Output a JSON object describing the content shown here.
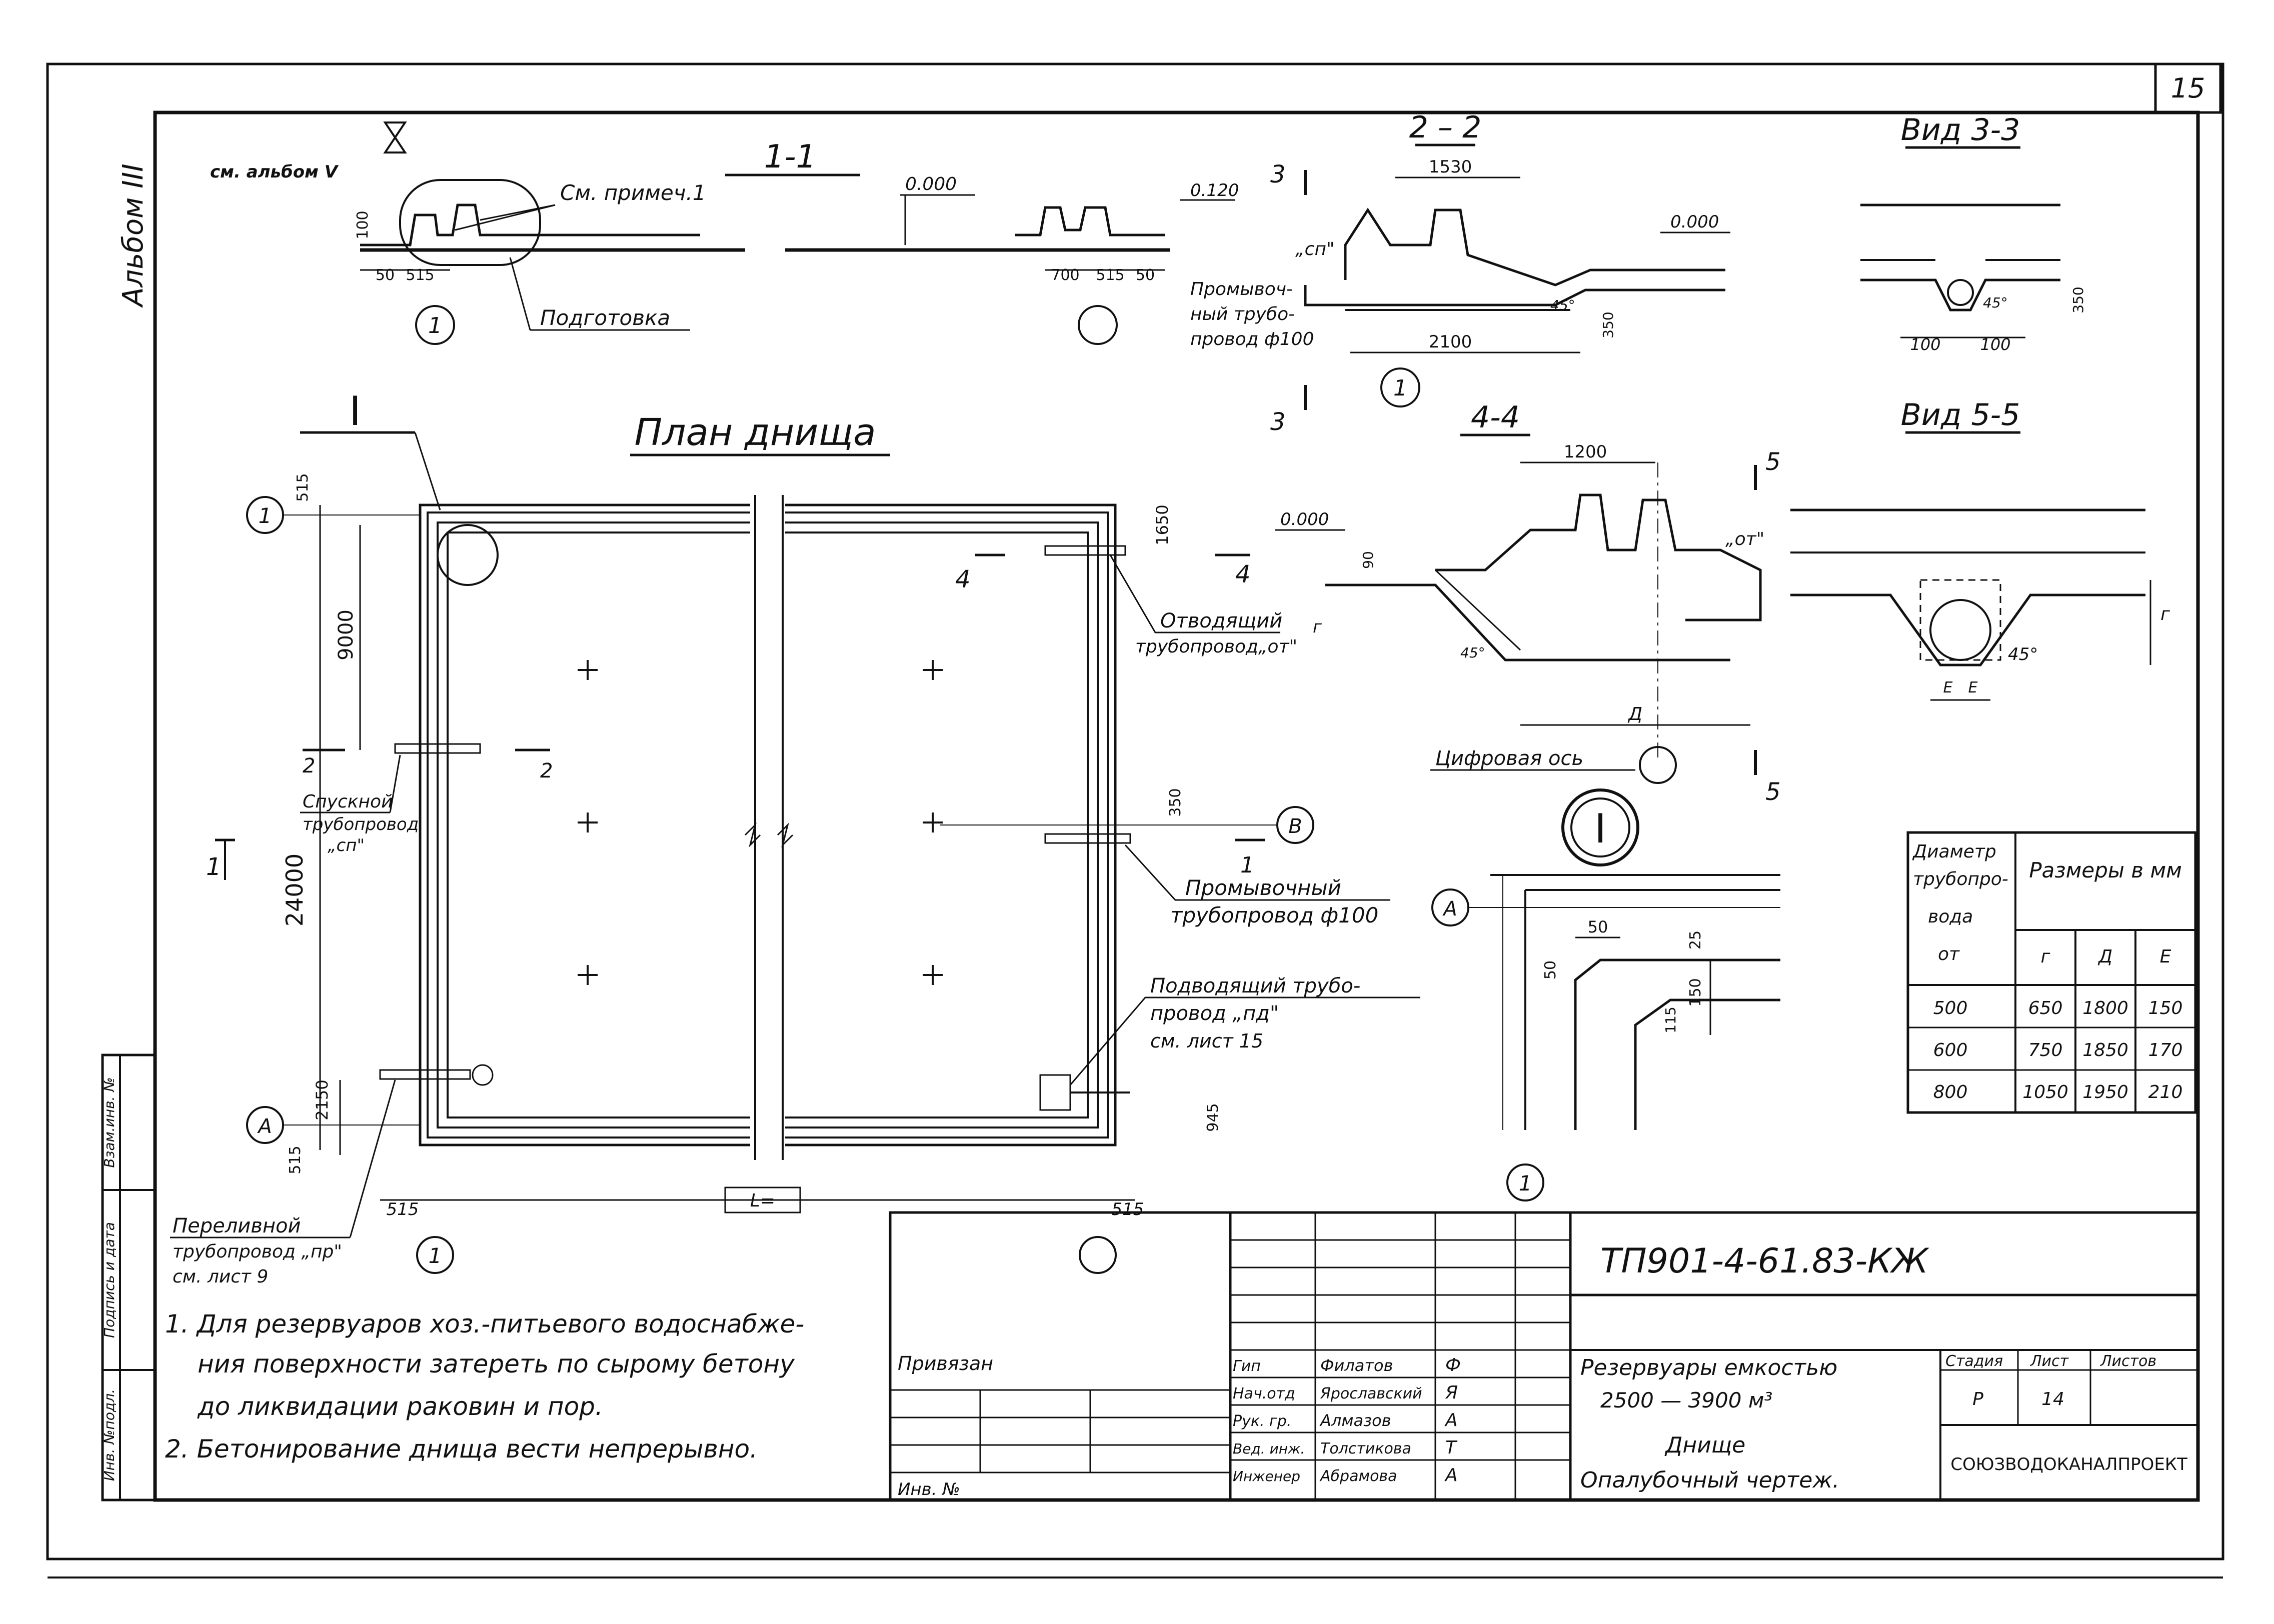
{
  "sheet_number": "15",
  "album": "Альбом III",
  "ref_album": "см. альбом V",
  "side_table": [
    "Инв. №подл.",
    "Подпись и дата",
    "Взам.инв. №"
  ],
  "section_1_1": {
    "title": "1-1",
    "label_app": "См. примеч.1",
    "label_prep": "Подготовка",
    "elev_000": "0.000",
    "elev_0120": "0.120",
    "dim_100": "100",
    "dim_50": "50",
    "dim_515": "515",
    "dim_700": "700",
    "dim_515b": "515",
    "dim_50b": "50",
    "axis": "1",
    "flush_pipe": [
      "Промывоч-",
      "ный трубо-",
      "провод ф100"
    ]
  },
  "section_2_2": {
    "title": "2 – 2",
    "dim_1530": "1530",
    "dim_2100": "2100",
    "dim_350": "350",
    "elev": "0.000",
    "label_sp": "„сп\"",
    "angle": "45°",
    "axis": "1"
  },
  "cut_3": "3",
  "view_3_3": {
    "title": "Вид 3-3",
    "dim_100a": "100",
    "dim_100b": "100",
    "dim_350": "350",
    "angle": "45°"
  },
  "section_4_4": {
    "title": "4-4",
    "dim_1200": "1200",
    "elev": "0.000",
    "dim_90": "90",
    "label_ot": "„от\"",
    "angle": "45°",
    "dim_g": "г",
    "dim_d": "Д",
    "axis_label": "Цифровая ось"
  },
  "cut_5": "5",
  "view_5_5": {
    "title": "Вид 5-5",
    "dim_g": "г",
    "dim_e1": "Е",
    "dim_e2": "Е",
    "angle": "45°"
  },
  "plan": {
    "title": "План днища",
    "node_mark": "I",
    "axis_1": "1",
    "axis_A": "А",
    "axis_B": "В",
    "dim_515_top": "515",
    "dim_9000": "9000",
    "dim_24000": "24000",
    "dim_2150": "2150",
    "dim_515_bot": "515",
    "dim_515_left": "515",
    "dim_L": "L=",
    "dim_515_right": "515",
    "dim_1650": "1650",
    "dim_350": "350",
    "dim_945": "945",
    "cut_1": "1",
    "cut_2": "2",
    "cut_4": "4",
    "out_pipe": [
      "Отводящий",
      "трубопровод„от\""
    ],
    "drain_pipe": [
      "Спускной",
      "трубопровод",
      "„сп\""
    ],
    "flush_pipe": [
      "Промывочный",
      "трубопровод ф100"
    ],
    "supply_pipe": [
      "Подводящий трубо-",
      "провод „пд\"",
      "см. лист 15"
    ],
    "overflow_pipe": [
      "Переливной",
      "трубопровод „пр\"",
      "см. лист 9"
    ]
  },
  "node_I": {
    "mark": "I",
    "axis_A": "А",
    "axis_1": "1",
    "dim_50a": "50",
    "dim_50b": "50",
    "dim_25": "25",
    "dim_150": "150",
    "dim_115": "115"
  },
  "size_table": {
    "head_col1": [
      "Диаметр",
      "трубопро-",
      "вода",
      "от"
    ],
    "head_group": "Размеры в мм",
    "head_cols": [
      "г",
      "Д",
      "Е"
    ],
    "rows": [
      [
        "500",
        "650",
        "1800",
        "150"
      ],
      [
        "600",
        "750",
        "1850",
        "170"
      ],
      [
        "800",
        "1050",
        "1950",
        "210"
      ]
    ]
  },
  "notes": [
    "1. Для резервуаров хоз.-питьевого водоснабже-",
    "ния поверхности затереть по сырому бетону",
    "до ликвидации раковин и пор.",
    "2. Бетонирование днища вести непрерывно."
  ],
  "title_block": {
    "code": "ТП901-4-61.83-КЖ",
    "privyazan": "Привязан",
    "inv": "Инв. №",
    "roles": [
      "Гип",
      "Нач.отд",
      "Рук. гр.",
      "Вед. инж.",
      "Инженер"
    ],
    "names": [
      "Филатов",
      "Ярославский",
      "Алмазов",
      "Толстикова",
      "Абрамова"
    ],
    "signatures": [
      "Ф",
      "Я",
      "А",
      "Т",
      "А"
    ],
    "name_line1": "Резервуары емкостью",
    "name_line2": "2500 — 3900 м³",
    "sheet_name1": "Днище",
    "sheet_name2": "Опалубочный чертеж.",
    "stage_h": "Стадия",
    "list_h": "Лист",
    "lists_h": "Листов",
    "stage": "Р",
    "list": "14",
    "org": "СОЮЗВОДОКАНАЛПРОЕКТ"
  }
}
